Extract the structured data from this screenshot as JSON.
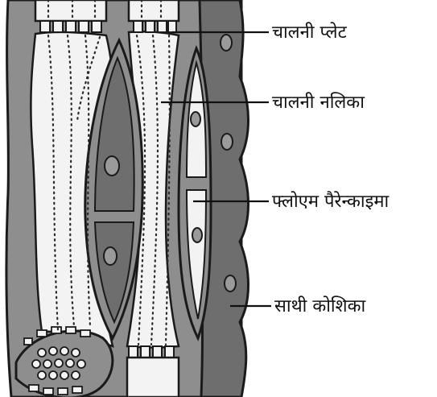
{
  "labels": {
    "sieve_plate": "चालनी प्लेट",
    "sieve_tube": "चालनी नलिका",
    "phloem_parenchyma": "फ्लोएम पैरेन्काइमा",
    "companion_cell": "साथी कोशिका"
  },
  "colors": {
    "outline": "#1a1a1a",
    "wall_grey": "#8e8e8e",
    "lumen_light": "#f3f3f3",
    "companion_dark": "#6e6e6e",
    "cytoplasm": "#d9d9d9",
    "nucleus": "#9a9a9a"
  }
}
